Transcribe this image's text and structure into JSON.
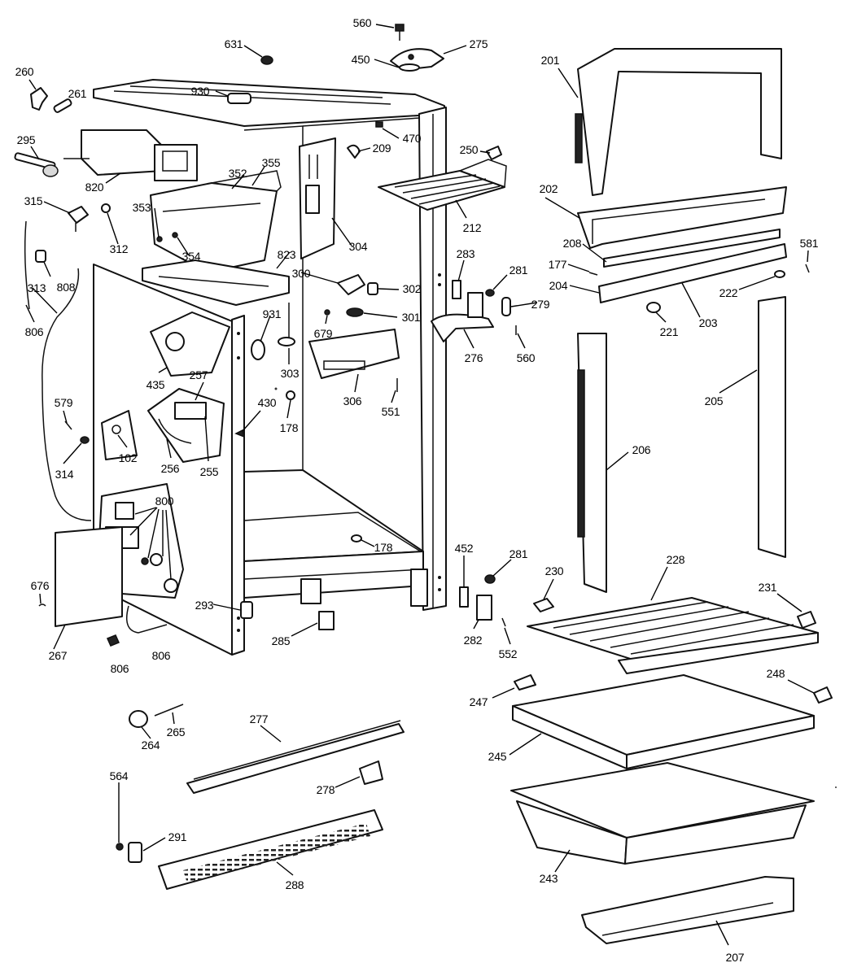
{
  "diagram": {
    "background": "#ffffff",
    "ink": "#111111",
    "parts": [
      {
        "id": "p560a",
        "label": "560"
      },
      {
        "id": "p275",
        "label": "275"
      },
      {
        "id": "p631",
        "label": "631"
      },
      {
        "id": "p450",
        "label": "450"
      },
      {
        "id": "p201",
        "label": "201"
      },
      {
        "id": "p260",
        "label": "260"
      },
      {
        "id": "p261",
        "label": "261"
      },
      {
        "id": "p930",
        "label": "930"
      },
      {
        "id": "p470",
        "label": "470"
      },
      {
        "id": "p295",
        "label": "295"
      },
      {
        "id": "p209",
        "label": "209"
      },
      {
        "id": "p250",
        "label": "250"
      },
      {
        "id": "p355",
        "label": "355"
      },
      {
        "id": "p352",
        "label": "352"
      },
      {
        "id": "p820",
        "label": "820"
      },
      {
        "id": "p202",
        "label": "202"
      },
      {
        "id": "p315",
        "label": "315"
      },
      {
        "id": "p353",
        "label": "353"
      },
      {
        "id": "p212",
        "label": "212"
      },
      {
        "id": "p312",
        "label": "312"
      },
      {
        "id": "p354",
        "label": "354"
      },
      {
        "id": "p304",
        "label": "304"
      },
      {
        "id": "p283",
        "label": "283"
      },
      {
        "id": "p208",
        "label": "208"
      },
      {
        "id": "p581",
        "label": "581"
      },
      {
        "id": "p808",
        "label": "808"
      },
      {
        "id": "p823",
        "label": "823"
      },
      {
        "id": "p313",
        "label": "313"
      },
      {
        "id": "p300",
        "label": "300"
      },
      {
        "id": "p281a",
        "label": "281"
      },
      {
        "id": "p177",
        "label": "177"
      },
      {
        "id": "p204",
        "label": "204"
      },
      {
        "id": "p302",
        "label": "302"
      },
      {
        "id": "p222",
        "label": "222"
      },
      {
        "id": "p279",
        "label": "279"
      },
      {
        "id": "p806a",
        "label": "806"
      },
      {
        "id": "p931",
        "label": "931"
      },
      {
        "id": "p301",
        "label": "301"
      },
      {
        "id": "p679",
        "label": "679"
      },
      {
        "id": "p221",
        "label": "221"
      },
      {
        "id": "p203",
        "label": "203"
      },
      {
        "id": "p276",
        "label": "276"
      },
      {
        "id": "p560b",
        "label": "560"
      },
      {
        "id": "p435",
        "label": "435"
      },
      {
        "id": "p303",
        "label": "303"
      },
      {
        "id": "p257",
        "label": "257"
      },
      {
        "id": "p306",
        "label": "306"
      },
      {
        "id": "p205",
        "label": "205"
      },
      {
        "id": "p579",
        "label": "579"
      },
      {
        "id": "p430",
        "label": "430"
      },
      {
        "id": "p551",
        "label": "551"
      },
      {
        "id": "p178a",
        "label": "178"
      },
      {
        "id": "p102",
        "label": "102"
      },
      {
        "id": "p206",
        "label": "206"
      },
      {
        "id": "p314",
        "label": "314"
      },
      {
        "id": "p256",
        "label": "256"
      },
      {
        "id": "p255",
        "label": "255"
      },
      {
        "id": "p800",
        "label": "800"
      },
      {
        "id": "p452",
        "label": "452"
      },
      {
        "id": "p178b",
        "label": "178"
      },
      {
        "id": "p281b",
        "label": "281"
      },
      {
        "id": "p228",
        "label": "228"
      },
      {
        "id": "p230",
        "label": "230"
      },
      {
        "id": "p676",
        "label": "676"
      },
      {
        "id": "p231",
        "label": "231"
      },
      {
        "id": "p293",
        "label": "293"
      },
      {
        "id": "p285",
        "label": "285"
      },
      {
        "id": "p282",
        "label": "282"
      },
      {
        "id": "p267",
        "label": "267"
      },
      {
        "id": "p806b",
        "label": "806"
      },
      {
        "id": "p806c",
        "label": "806"
      },
      {
        "id": "p552",
        "label": "552"
      },
      {
        "id": "p248",
        "label": "248"
      },
      {
        "id": "p247",
        "label": "247"
      },
      {
        "id": "p277",
        "label": "277"
      },
      {
        "id": "p265",
        "label": "265"
      },
      {
        "id": "p264",
        "label": "264"
      },
      {
        "id": "p245",
        "label": "245"
      },
      {
        "id": "p278",
        "label": "278"
      },
      {
        "id": "p564",
        "label": "564"
      },
      {
        "id": "p291",
        "label": "291"
      },
      {
        "id": "p243",
        "label": "243"
      },
      {
        "id": "p288",
        "label": "288"
      },
      {
        "id": "p207",
        "label": "207"
      }
    ]
  }
}
